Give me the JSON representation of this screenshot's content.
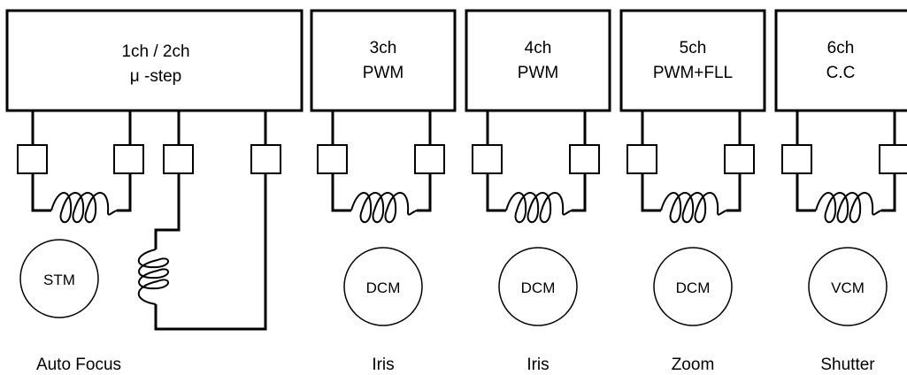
{
  "channels": [
    {
      "line1": "1ch / 2ch",
      "line2": "μ -step"
    },
    {
      "line1": "3ch",
      "line2": "PWM"
    },
    {
      "line1": "4ch",
      "line2": "PWM"
    },
    {
      "line1": "5ch",
      "line2": "PWM+FLL"
    },
    {
      "line1": "6ch",
      "line2": "C.C"
    }
  ],
  "motors": [
    "STM",
    "DCM",
    "DCM",
    "DCM",
    "VCM"
  ],
  "captions": [
    "Auto Focus",
    "Iris",
    "Iris",
    "Zoom",
    "Shutter"
  ]
}
